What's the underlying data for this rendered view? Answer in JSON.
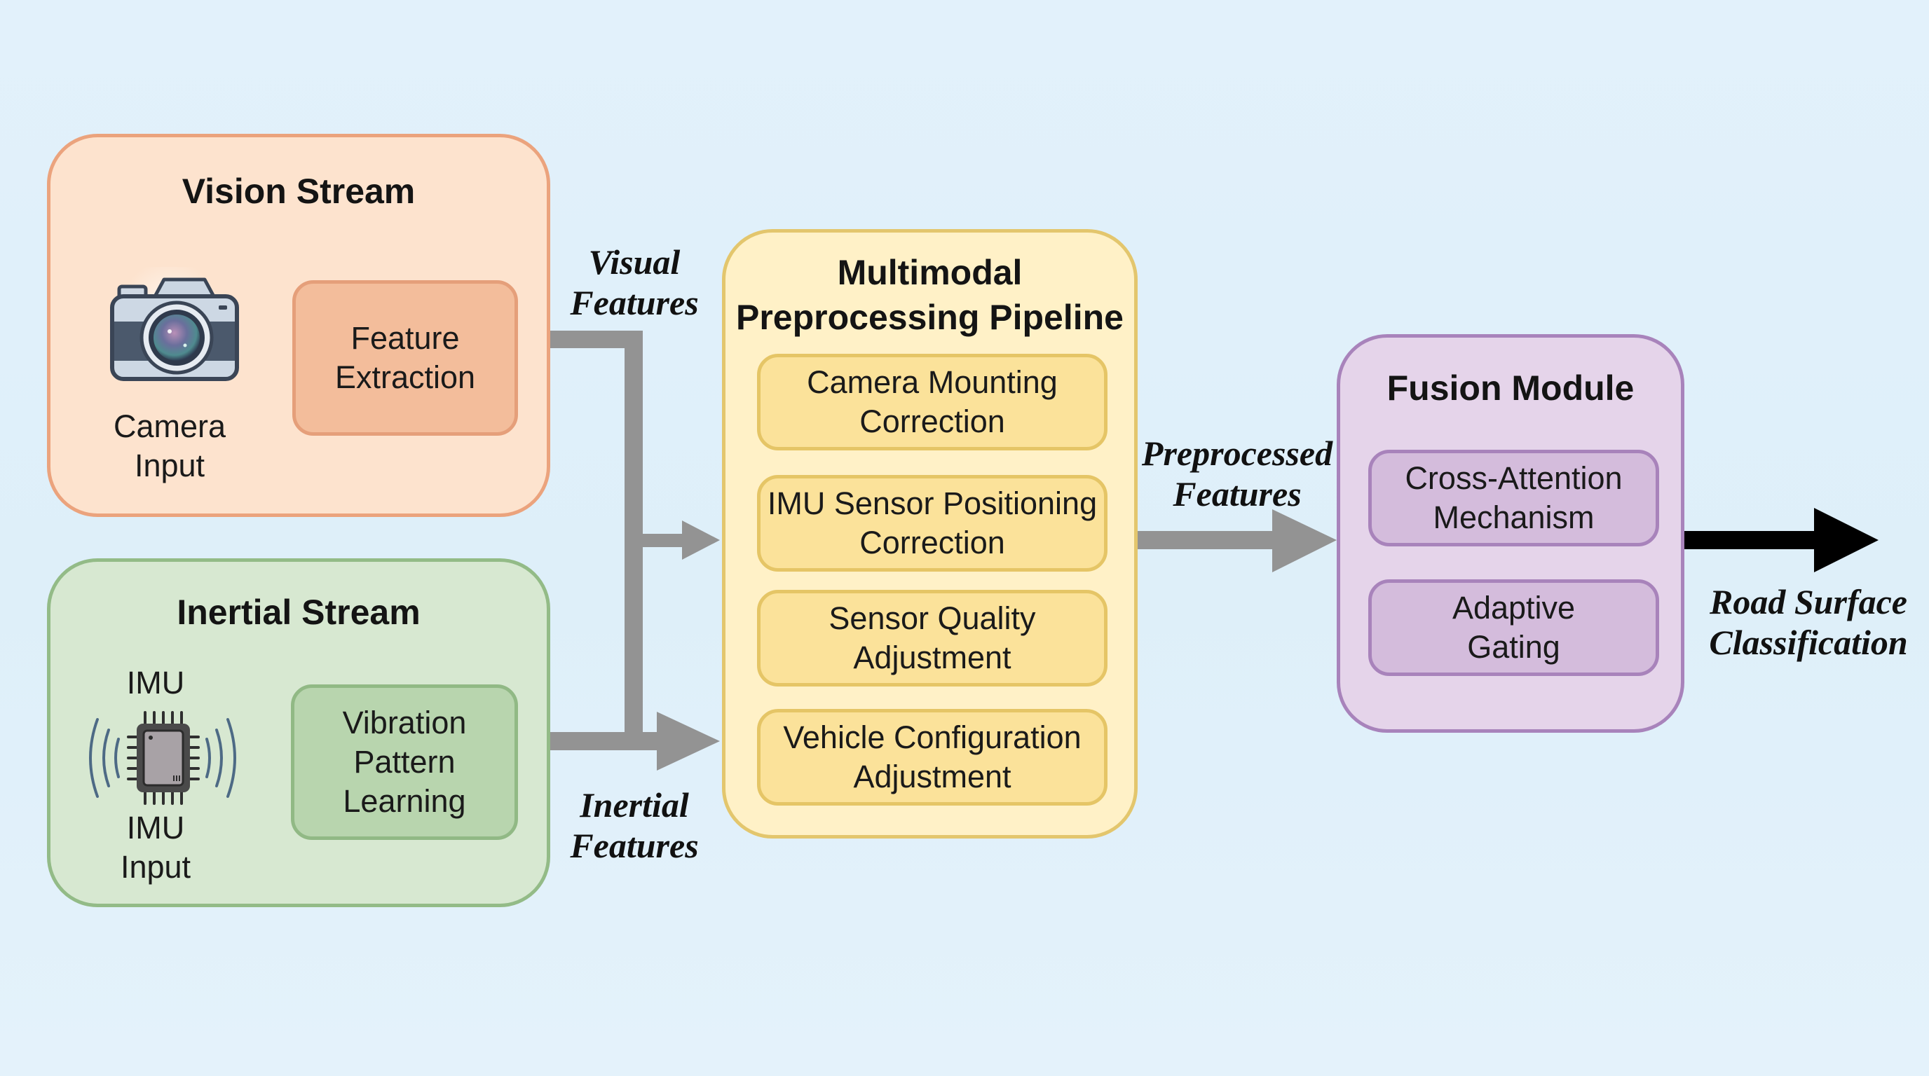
{
  "diagram": {
    "vision_stream": {
      "title": "Vision Stream",
      "input_icon": "camera-icon",
      "input_caption": "Camera\nInput",
      "process": "Feature\nExtraction",
      "colors": {
        "fill": "#fde3ce",
        "border": "#eba37d",
        "process_fill": "#f3bd9b"
      }
    },
    "inertial_stream": {
      "title": "Inertial Stream",
      "input_icon": "imu-chip-icon",
      "input_top_label": "IMU",
      "input_caption": "IMU\nInput",
      "process": "Vibration\nPattern\nLearning",
      "colors": {
        "fill": "#d7e8d1",
        "border": "#93bb87",
        "process_fill": "#b8d5ae"
      }
    },
    "connectors": {
      "visual_label": "Visual\nFeatures",
      "inertial_label": "Inertial\nFeatures",
      "preprocessed_label": "Preprocessed\nFeatures",
      "output_label": "Road Surface\nClassification",
      "arrow_color": "#939393",
      "output_arrow_color": "#000000"
    },
    "pipeline": {
      "title": "Multimodal\nPreprocessing Pipeline",
      "steps": [
        "Camera Mounting\nCorrection",
        "IMU Sensor Positioning\nCorrection",
        "Sensor Quality\nAdjustment",
        "Vehicle Configuration\nAdjustment"
      ],
      "colors": {
        "fill": "#fff1c7",
        "border": "#e3c66d",
        "step_fill": "#fbe29a"
      }
    },
    "fusion": {
      "title": "Fusion Module",
      "steps": [
        "Cross-Attention\nMechanism",
        "Adaptive\nGating"
      ],
      "colors": {
        "fill": "#e5d4ea",
        "border": "#a883bb",
        "step_fill": "#d4bcdc"
      }
    },
    "background_color": "#e0f0fa"
  }
}
